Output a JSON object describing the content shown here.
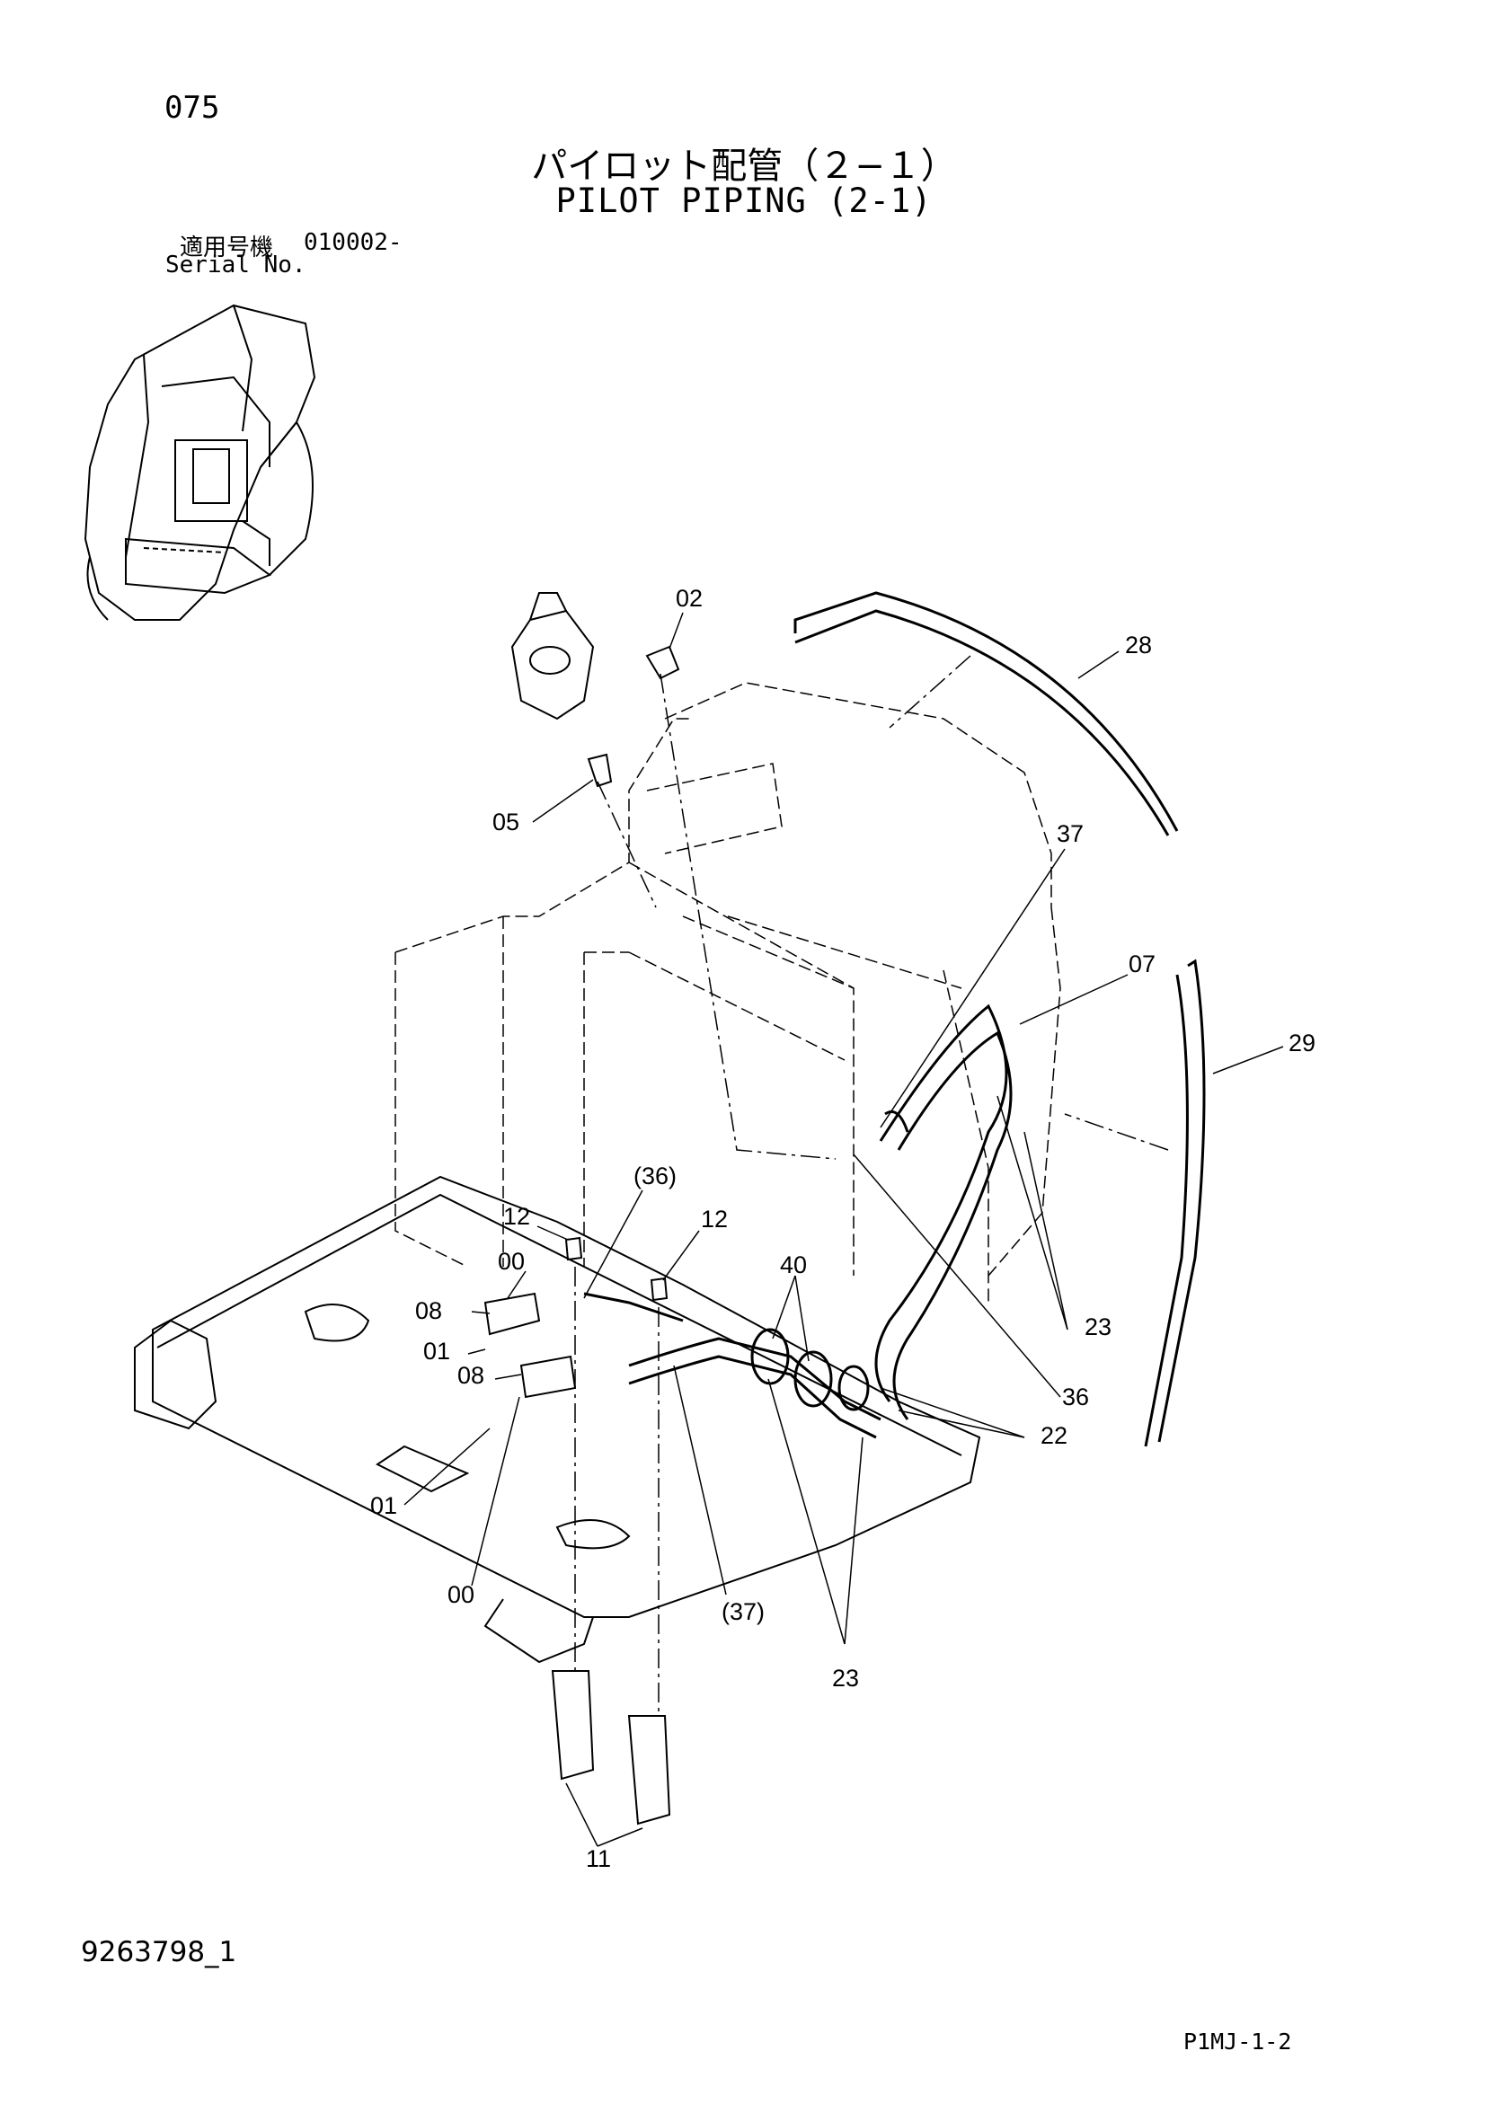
{
  "page_number": "075",
  "title_jp": "パイロット配管（２−１）",
  "title_en": "PILOT PIPING (2-1)",
  "serial": {
    "label_jp": "適用号機",
    "value": "010002-",
    "label_en": "Serial No."
  },
  "doc_code": "9263798_1",
  "page_code": "P1MJ-1-2",
  "callouts": {
    "c02": "02",
    "c28": "28",
    "c05": "05",
    "c37a": "37",
    "c07": "07",
    "c29": "29",
    "c36p": "(36)",
    "c12a": "12",
    "c12b": "12",
    "c00a": "00",
    "c40": "40",
    "c08a": "08",
    "c01a": "01",
    "c08b": "08",
    "c23a": "23",
    "c36": "36",
    "c22": "22",
    "c01b": "01",
    "c00b": "00",
    "c37p": "(37)",
    "c23b": "23",
    "c11": "11"
  }
}
